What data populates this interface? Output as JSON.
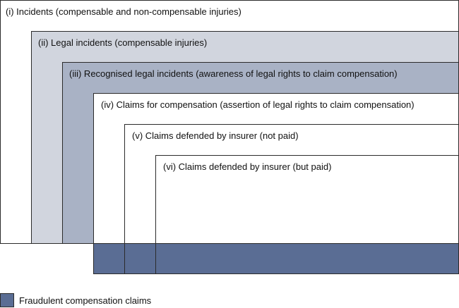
{
  "colors": {
    "incidents": "#ffffff",
    "legal_incidents": "#d1d5de",
    "recognised_legal_incidents": "#a9b2c5",
    "claims": "#ffffff",
    "fraudulent": "#5a6d94"
  },
  "levels": [
    {
      "label": "(i) Incidents (compensable and non-compensable injuries)"
    },
    {
      "label": "(ii) Legal incidents (compensable injuries)"
    },
    {
      "label": "(iii) Recognised legal incidents (awareness of legal rights to claim compensation)"
    },
    {
      "label": "(iv) Claims for compensation (assertion of legal rights to claim compensation)"
    },
    {
      "label": "(v) Claims defended by insurer (not paid)"
    },
    {
      "label": "(vi) Claims defended by insurer (but paid)"
    }
  ],
  "legend": {
    "label": "Fraudulent compensation claims"
  }
}
